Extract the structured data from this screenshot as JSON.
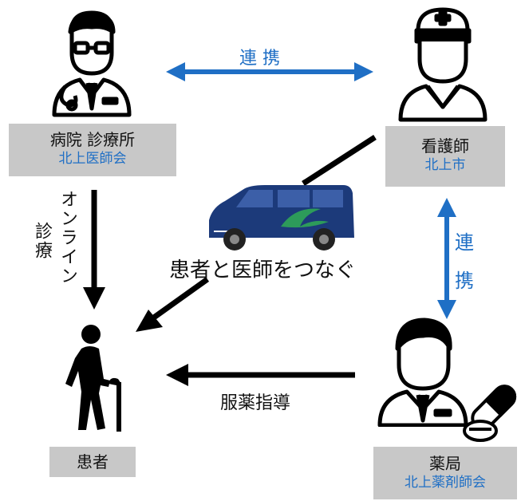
{
  "nodes": {
    "hospital": {
      "title": "病院 診療所",
      "org": "北上医師会"
    },
    "nurse": {
      "title": "看護師",
      "org": "北上市"
    },
    "pharmacy": {
      "title": "薬局",
      "org": "北上薬剤師会"
    },
    "patient": {
      "title": "患者"
    }
  },
  "edges": {
    "cooperation_top": "連 携",
    "cooperation_right_1": "連",
    "cooperation_right_2": "携",
    "online_1": "オンライン",
    "online_2": "診療",
    "medication": "服薬指導"
  },
  "vehicle": {
    "caption": "患者と医師をつなぐ"
  },
  "colors": {
    "accent_blue": "#1f6fc5",
    "box_gray": "#c8c8c8",
    "arrow_black": "#000000"
  },
  "icons": [
    "doctor-icon",
    "nurse-icon",
    "pharmacist-icon",
    "elderly-patient-icon",
    "van-icon",
    "pill-capsule-icon"
  ]
}
